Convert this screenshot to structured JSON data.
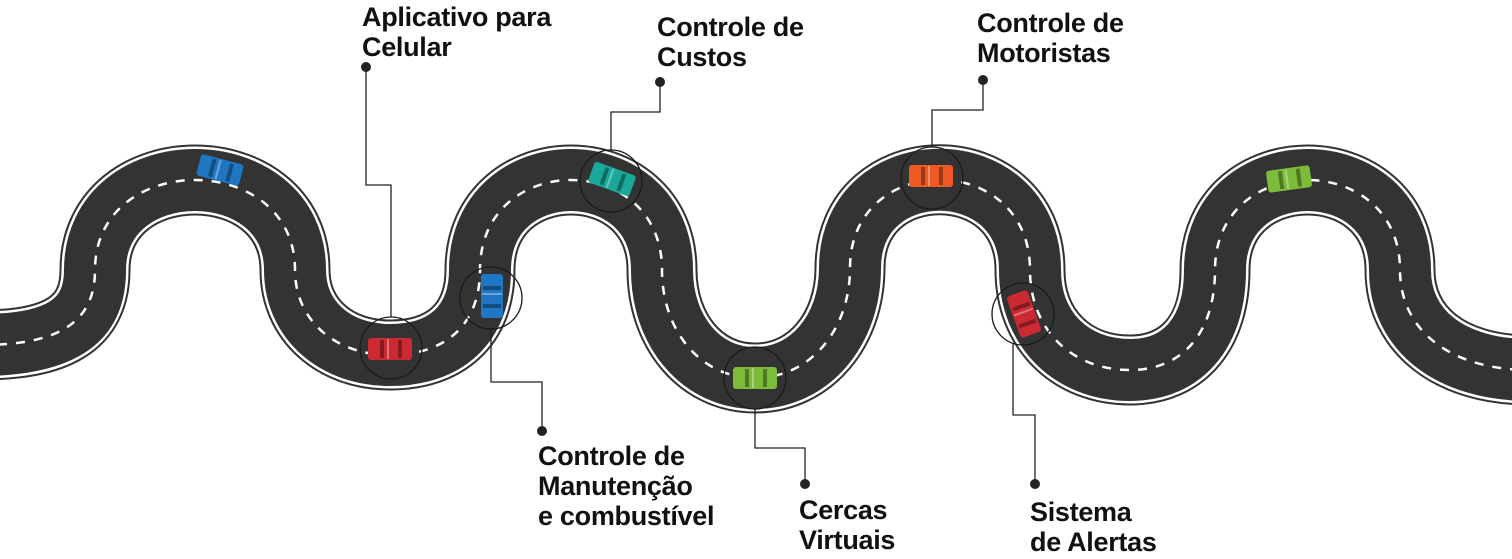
{
  "colors": {
    "road": "#333333",
    "edge": "#ffffff",
    "outline": "#333333",
    "dash": "#ffffff",
    "line": "#222222",
    "text": "#111111"
  },
  "features": [
    {
      "id": "app",
      "lines": [
        "Aplicativo para",
        "Celular"
      ],
      "car_color": "#cc2a32"
    },
    {
      "id": "custos",
      "lines": [
        "Controle de",
        "Custos"
      ],
      "car_color": "#1aa89a"
    },
    {
      "id": "motoristas",
      "lines": [
        "Controle de",
        "Motoristas"
      ],
      "car_color": "#ee5a26"
    },
    {
      "id": "manutencao",
      "lines": [
        "Controle de",
        "Manutenção",
        "e combustível"
      ],
      "car_color": "#1f76c2"
    },
    {
      "id": "cercas",
      "lines": [
        "Cercas",
        "Virtuais"
      ],
      "car_color": "#7dbb3a"
    },
    {
      "id": "alertas",
      "lines": [
        "Sistema",
        "de Alertas"
      ],
      "car_color": "#cc2a32"
    }
  ],
  "decor_cars": [
    {
      "id": "blue-top",
      "color": "#1f76c2"
    },
    {
      "id": "green-right",
      "color": "#7dbb3a"
    }
  ]
}
